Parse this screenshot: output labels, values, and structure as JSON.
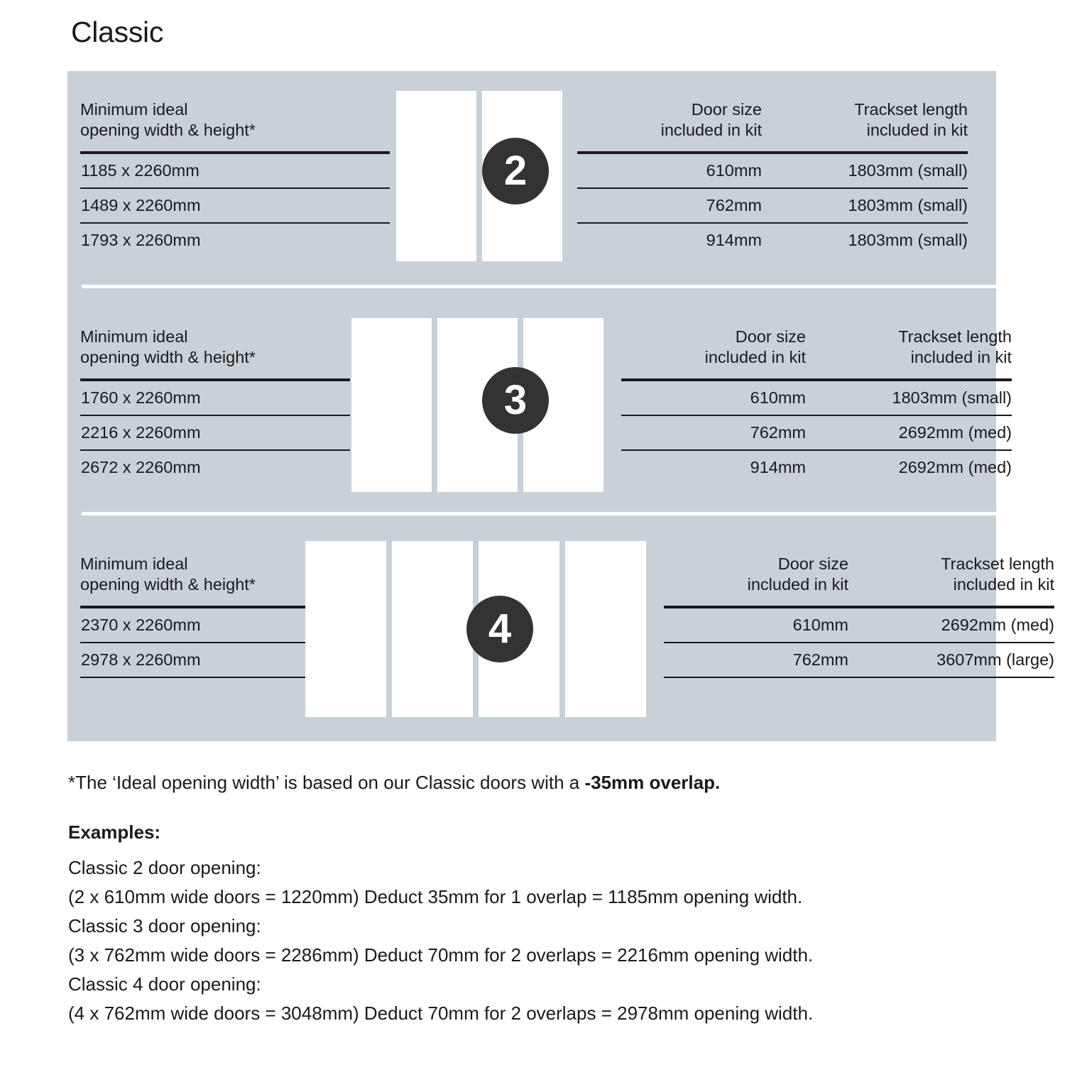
{
  "page": {
    "title": "Classic"
  },
  "colors": {
    "card_background": "#c8d0d8",
    "badge_background": "#333333",
    "rule": "#1a1a1a",
    "door_panel": "#ffffff"
  },
  "sections": [
    {
      "badge": "2",
      "door_count": 2,
      "headers": {
        "opening": "Minimum ideal\nopening width & height*",
        "opening_line1": "Minimum ideal",
        "opening_line2": "opening width & height*",
        "door_size_line1": "Door size",
        "door_size_line2": "included in kit",
        "trackset_line1": "Trackset length",
        "trackset_line2": "included in kit"
      },
      "rows": [
        {
          "opening": "1185 x 2260mm",
          "door_size": "610mm",
          "trackset": "1803mm (small)"
        },
        {
          "opening": "1489 x 2260mm",
          "door_size": "762mm",
          "trackset": "1803mm (small)"
        },
        {
          "opening": "1793 x 2260mm",
          "door_size": "914mm",
          "trackset": "1803mm (small)"
        }
      ]
    },
    {
      "badge": "3",
      "door_count": 3,
      "headers": {
        "opening_line1": "Minimum ideal",
        "opening_line2": "opening width & height*",
        "door_size_line1": "Door size",
        "door_size_line2": "included in kit",
        "trackset_line1": "Trackset length",
        "trackset_line2": "included in kit"
      },
      "rows": [
        {
          "opening": "1760 x 2260mm",
          "door_size": "610mm",
          "trackset": "1803mm (small)"
        },
        {
          "opening": "2216 x 2260mm",
          "door_size": "762mm",
          "trackset": "2692mm (med)"
        },
        {
          "opening": "2672 x 2260mm",
          "door_size": "914mm",
          "trackset": "2692mm (med)"
        }
      ]
    },
    {
      "badge": "4",
      "door_count": 4,
      "headers": {
        "opening_line1": "Minimum ideal",
        "opening_line2": "opening width & height*",
        "door_size_line1": "Door size",
        "door_size_line2": "included in kit",
        "trackset_line1": "Trackset length",
        "trackset_line2": "included in kit"
      },
      "rows": [
        {
          "opening": "2370 x 2260mm",
          "door_size": "610mm",
          "trackset": "2692mm (med)"
        },
        {
          "opening": "2978 x 2260mm",
          "door_size": "762mm",
          "trackset": "3607mm (large)"
        }
      ]
    }
  ],
  "footnote": {
    "text": "*The ‘Ideal opening width’ is based on our Classic doors with a ",
    "bold_text": "-35mm overlap."
  },
  "examples": {
    "heading": "Examples:",
    "lines": [
      "Classic 2 door opening:",
      "(2 x 610mm wide doors = 1220mm)  Deduct 35mm for 1 overlap = 1185mm opening width.",
      "Classic 3 door opening:",
      "(3 x 762mm wide doors = 2286mm)  Deduct 70mm for 2 overlaps = 2216mm opening width.",
      "Classic 4 door opening:",
      "(4 x 762mm wide doors = 3048mm)  Deduct 70mm for 2 overlaps = 2978mm opening width."
    ]
  }
}
